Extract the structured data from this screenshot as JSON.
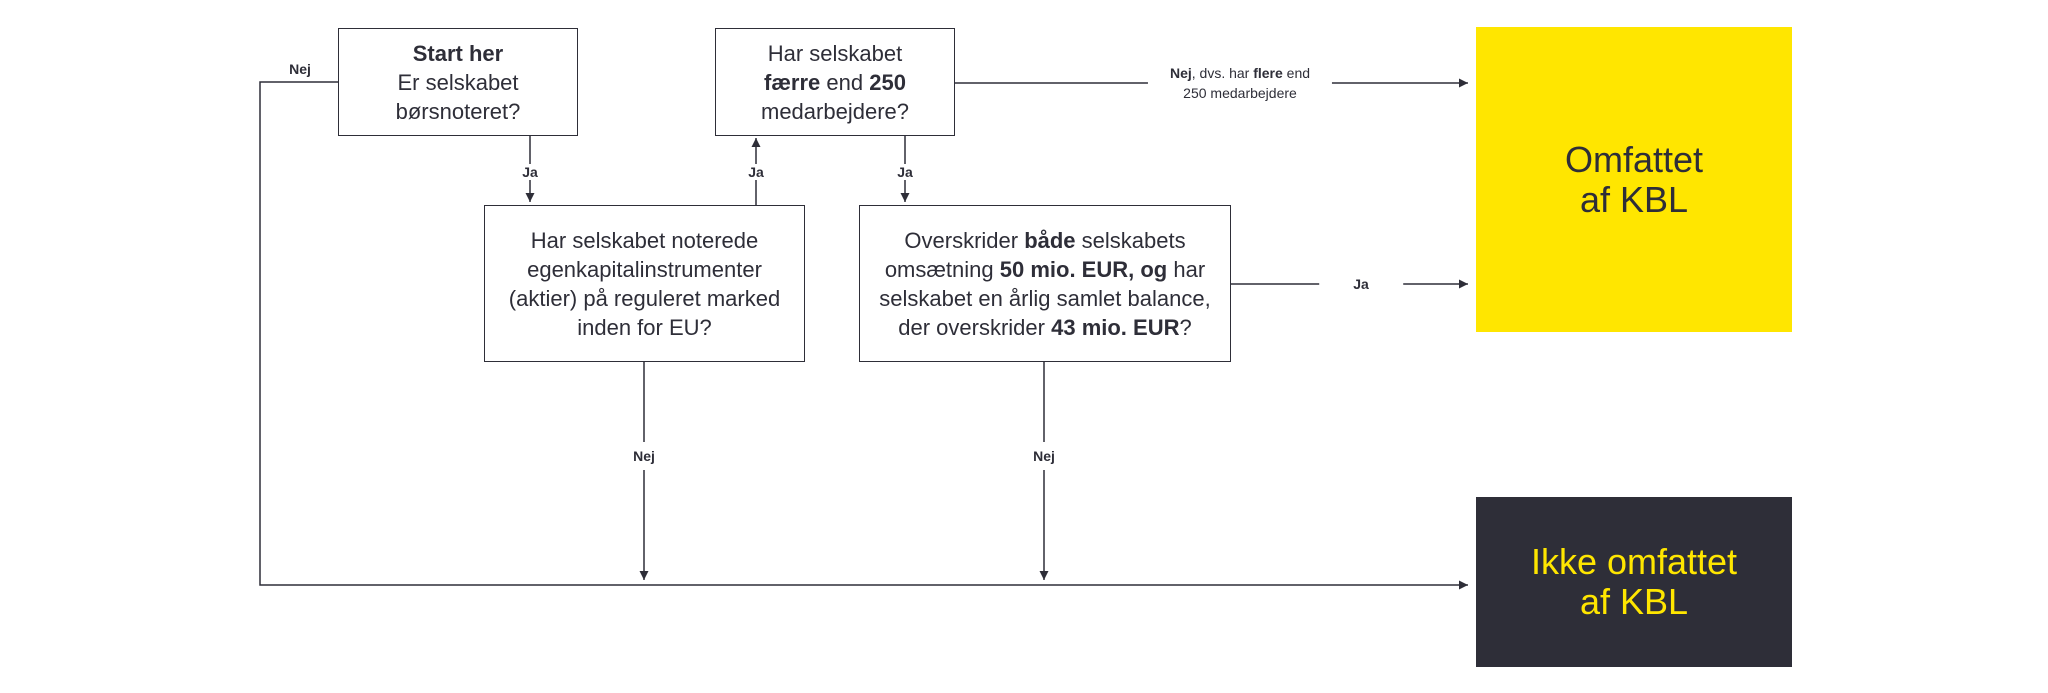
{
  "colors": {
    "accent_yellow": "#ffe600",
    "dark": "#2e2e38",
    "line": "#2e2e38"
  },
  "boxes": {
    "start": {
      "bold": "Start her",
      "line1": "Er selskabet",
      "line2": "børsnoteret?"
    },
    "employees": {
      "line1": "Har selskabet",
      "bold1": "færre",
      "mid1": " end ",
      "bold2": "250",
      "line3": "medarbejdere?"
    },
    "listed": {
      "line1": "Har selskabet noterede",
      "line2": "egenkapitalinstrumenter",
      "line3": "(aktier) på reguleret marked",
      "line4": "inden for EU?"
    },
    "thresholds": {
      "l1a": "Overskrider ",
      "l1b": "både",
      "l1c": " selskabets",
      "l2a": "omsætning ",
      "l2b": "50 mio. EUR, og",
      "l2c": " har",
      "l3": "selskabet en årlig samlet balance,",
      "l4a": "der overskrider ",
      "l4b": "43 mio. EUR",
      "l4c": "?"
    }
  },
  "labels": {
    "nej_start": "Nej",
    "ja_start": "Ja",
    "ja_listed": "Ja",
    "ja_employees": "Ja",
    "ja_thresholds": "Ja",
    "nej_listed": "Nej",
    "nej_thresholds": "Nej"
  },
  "note_more": {
    "bold1": "Nej",
    "text1": ", dvs. har ",
    "bold2": "flere",
    "text2": " end",
    "line2": "250 medarbejdere"
  },
  "outcomes": {
    "covered": {
      "line1": "Omfattet",
      "line2": "af KBL"
    },
    "not_covered": {
      "line1": "Ikke omfattet",
      "line2": "af KBL"
    }
  }
}
